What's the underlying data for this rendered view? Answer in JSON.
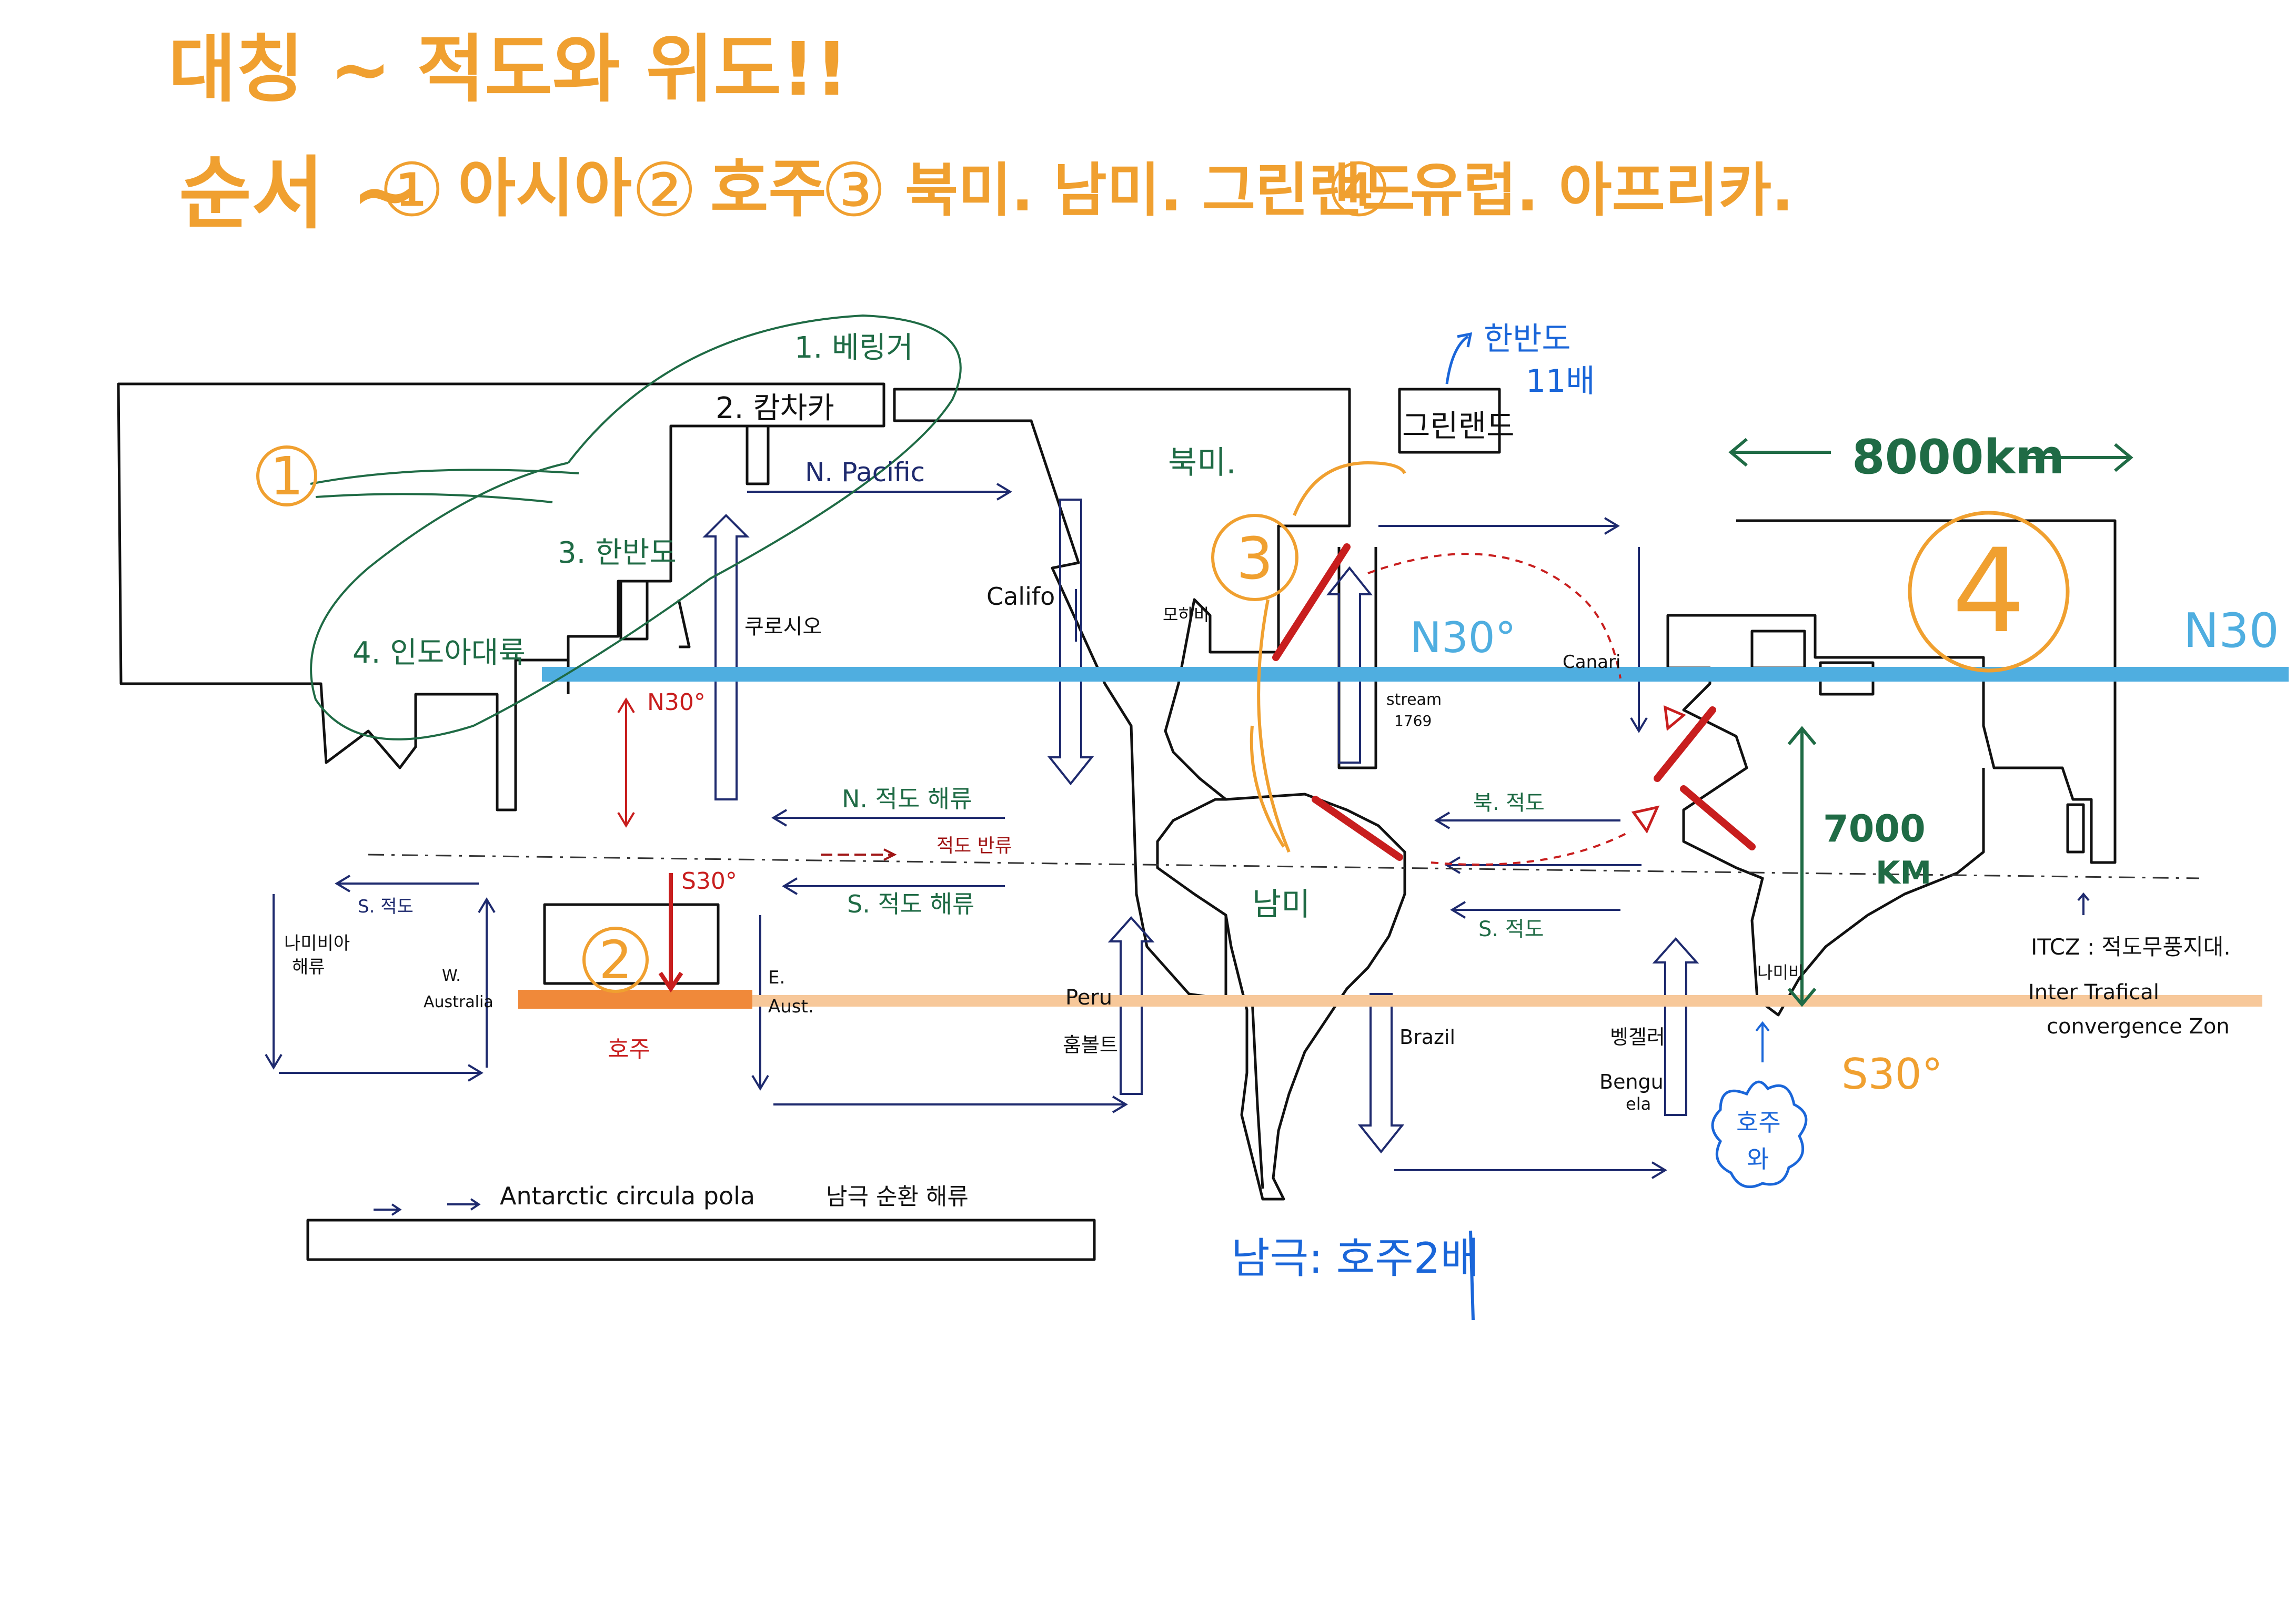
{
  "colors": {
    "orange": "#f0a030",
    "green": "#1f6b45",
    "navy": "#1e2a6e",
    "red": "#c81e1e",
    "blue_line": "#4faee0",
    "orange_line": "#f7c89a",
    "blue_text": "#1a66d9",
    "ink": "#111111"
  },
  "header": {
    "line1": "대칭 ~ 적도와 위도!!",
    "line2_prefix": "순서 ~",
    "order": [
      {
        "num": "①",
        "text": "아시아"
      },
      {
        "num": "②",
        "text": "호주"
      },
      {
        "num": "③",
        "text": "북미. 남미. 그린랜드"
      },
      {
        "num": "④",
        "text": "유럽. 아프리카."
      }
    ]
  },
  "asia_notes": {
    "circle_num": "1",
    "bering": "1. 베링거",
    "kamchatka": "2. 캄차카",
    "korea": "3. 한반도",
    "indochina": "4. 인도아대륙"
  },
  "pacific": {
    "n_pacific": "N. Pacific",
    "kuroshio": "쿠로시오",
    "califo": "Califo",
    "mojave": "모하비",
    "n30_small": "N30°",
    "s30_small": "S30°",
    "n_equatorial": "N. 적도 해류",
    "counter": "적도 반류",
    "s_equatorial": "S. 적도 해류",
    "s_equatorial_short": "S. 적도",
    "namibia": "나미비아\n해류",
    "w_australia": "W.\nAustralia",
    "e_australia": "E.\nAust.",
    "australia_num": "2",
    "australia_label": "호주",
    "peru": "Peru",
    "humboldt": "훔볼트"
  },
  "americas": {
    "north_america": "북미.",
    "south_america": "남미",
    "circle_num": "3",
    "greenland": "그린랜드",
    "greenland_note_1": "한반도",
    "greenland_note_2": "11배",
    "n30_big": "N30°",
    "stream": "stream\n1769",
    "canary": "Canari",
    "n_equatorial_atl": "북. 적도",
    "s_equatorial_atl": "S. 적도",
    "brazil": "Brazil",
    "benguela_kr": "벵겔러",
    "benguela": "Bengu\nela",
    "antarctica": "남극: 호주2배"
  },
  "europe_africa": {
    "width_label": "8000km",
    "circle_num": "4",
    "height_label_1": "7000",
    "height_label_2": "KM",
    "namibia_short": "나미비",
    "n30_right": "N30",
    "s30_right": "S30°",
    "cloud_line1": "호주",
    "cloud_line2": "와",
    "itcz_title": "ITCZ : 적도무풍지대.",
    "itcz_line2": "Inter Trafical",
    "itcz_line3": "convergence Zon"
  },
  "antarctic": {
    "label": "Antarctic circula pola",
    "label_kr": "남극 순환 해류"
  }
}
